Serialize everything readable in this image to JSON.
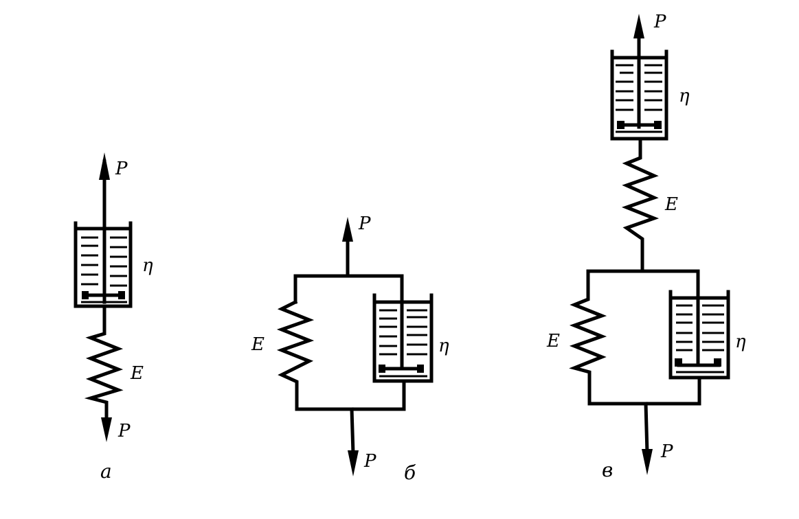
{
  "figure": {
    "colors": {
      "ink": "#000000",
      "paper": "#ffffff"
    },
    "panels": [
      {
        "id": "a",
        "caption": "а",
        "model": "Maxwell (series)",
        "labels": {
          "force_top": "P",
          "force_bottom": "P",
          "spring": "E",
          "dashpot": "η"
        }
      },
      {
        "id": "b",
        "caption": "б",
        "model": "Kelvin-Voigt (parallel)",
        "labels": {
          "force_top": "P",
          "force_bottom": "P",
          "spring": "E",
          "dashpot": "η"
        }
      },
      {
        "id": "c",
        "caption": "в",
        "model": "Burgers (combined)",
        "labels": {
          "force_top": "P",
          "force_bottom": "P",
          "spring_top": "E",
          "dashpot_top": "η",
          "spring": "E",
          "dashpot": "η"
        }
      }
    ]
  }
}
